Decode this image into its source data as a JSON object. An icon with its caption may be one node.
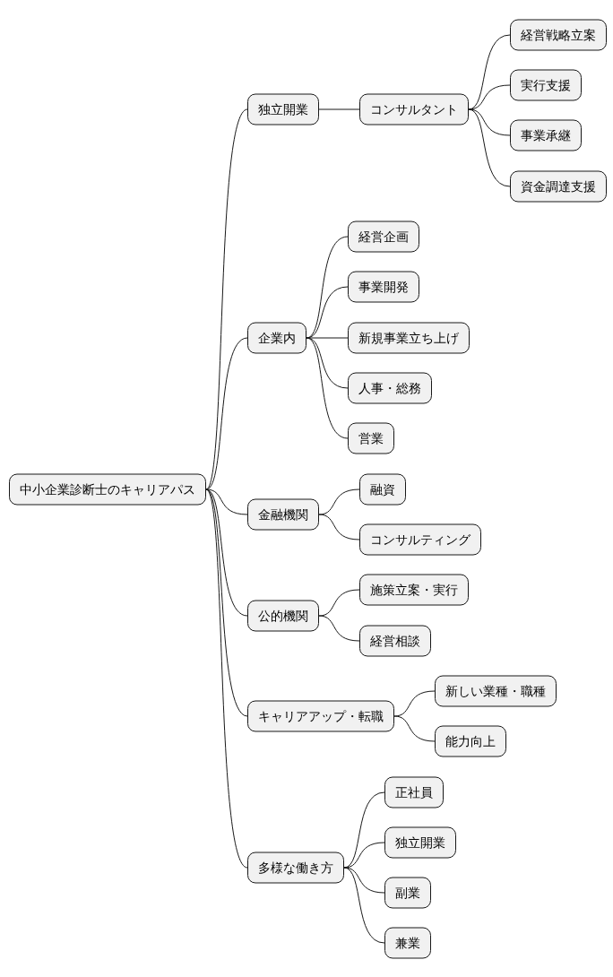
{
  "diagram": {
    "nodes": [
      {
        "text": [
          "中小企業診断士のキャリアパス"
        ]
      },
      {
        "text": [
          "独立開業"
        ]
      },
      {
        "text": [
          "コンサルタント"
        ]
      },
      {
        "text": [
          "経営戦略立案"
        ]
      },
      {
        "text": [
          "実行支援"
        ]
      },
      {
        "text": [
          "事業承継"
        ]
      },
      {
        "text": [
          "資金調達支援"
        ]
      },
      {
        "text": [
          "企業内"
        ]
      },
      {
        "text": [
          "経営企画"
        ]
      },
      {
        "text": [
          "事業開発"
        ]
      },
      {
        "text": [
          "新規事業立ち上げ"
        ]
      },
      {
        "text": [
          "人事・総務"
        ]
      },
      {
        "text": [
          "営業"
        ]
      },
      {
        "text": [
          "金融機関"
        ]
      },
      {
        "text": [
          "融資"
        ]
      },
      {
        "text": [
          "コンサルティング"
        ]
      },
      {
        "text": [
          "公的機関"
        ]
      },
      {
        "text": [
          "施策立案・実行"
        ]
      },
      {
        "text": [
          "経営相談"
        ]
      },
      {
        "text": [
          "キャリアアップ・転職"
        ]
      },
      {
        "text": [
          "新しい業種・職種"
        ]
      },
      {
        "text": [
          "能力向上"
        ]
      },
      {
        "text": [
          "多様な働き方"
        ]
      },
      {
        "text": [
          "正社員"
        ]
      },
      {
        "text": [
          "独立開業"
        ]
      },
      {
        "text": [
          "副業"
        ]
      },
      {
        "text": [
          "兼業"
        ]
      }
    ],
    "edges": [
      {
        "from": 0,
        "to": 1,
        "arrow": "none"
      },
      {
        "from": 1,
        "to": 2,
        "arrow": "none"
      },
      {
        "from": 2,
        "to": 3,
        "arrow": "none"
      },
      {
        "from": 2,
        "to": 4,
        "arrow": "none"
      },
      {
        "from": 2,
        "to": 5,
        "arrow": "none"
      },
      {
        "from": 2,
        "to": 6,
        "arrow": "none"
      },
      {
        "from": 0,
        "to": 7,
        "arrow": "none"
      },
      {
        "from": 7,
        "to": 8,
        "arrow": "none"
      },
      {
        "from": 7,
        "to": 9,
        "arrow": "none"
      },
      {
        "from": 7,
        "to": 10,
        "arrow": "none"
      },
      {
        "from": 7,
        "to": 11,
        "arrow": "none"
      },
      {
        "from": 7,
        "to": 12,
        "arrow": "none"
      },
      {
        "from": 0,
        "to": 13,
        "arrow": "none"
      },
      {
        "from": 13,
        "to": 14,
        "arrow": "none"
      },
      {
        "from": 13,
        "to": 15,
        "arrow": "none"
      },
      {
        "from": 0,
        "to": 16,
        "arrow": "none"
      },
      {
        "from": 16,
        "to": 17,
        "arrow": "none"
      },
      {
        "from": 16,
        "to": 18,
        "arrow": "none"
      },
      {
        "from": 0,
        "to": 19,
        "arrow": "none"
      },
      {
        "from": 19,
        "to": 20,
        "arrow": "none"
      },
      {
        "from": 19,
        "to": 21,
        "arrow": "none"
      },
      {
        "from": 0,
        "to": 22,
        "arrow": "none"
      },
      {
        "from": 22,
        "to": 23,
        "arrow": "none"
      },
      {
        "from": 22,
        "to": 24,
        "arrow": "none"
      },
      {
        "from": 22,
        "to": 25,
        "arrow": "none"
      },
      {
        "from": 22,
        "to": 26,
        "arrow": "none"
      }
    ]
  }
}
